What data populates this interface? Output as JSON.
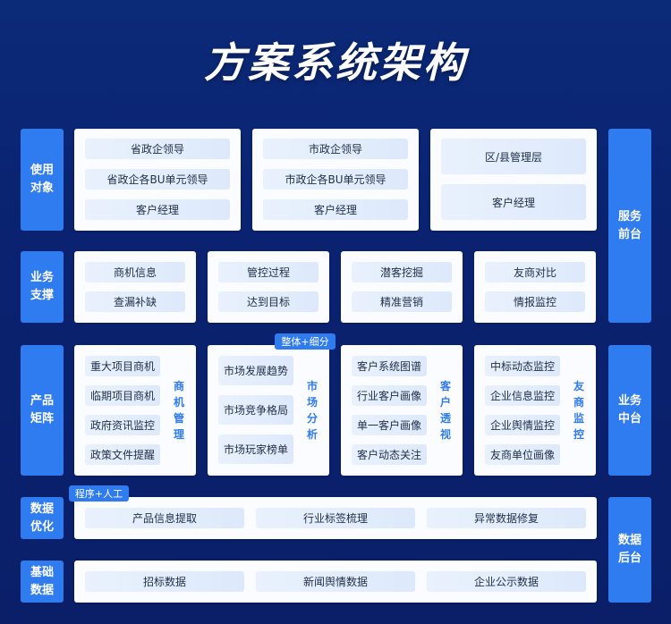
{
  "title": "方案系统架构",
  "left_labels": [
    "使用对象",
    "业务支撑",
    "产品矩阵",
    "数据优化",
    "基础数据"
  ],
  "right_labels": [
    "服务前台",
    "业务中台",
    "数据后台"
  ],
  "users": [
    [
      "省政企领导",
      "省政企各BU单元领导",
      "客户经理"
    ],
    [
      "市政企领导",
      "市政企各BU单元领导",
      "客户经理"
    ],
    [
      "区/县管理层",
      "客户经理"
    ]
  ],
  "support": [
    [
      "商机信息",
      "查漏补缺"
    ],
    [
      "管控过程",
      "达到目标"
    ],
    [
      "潜客挖掘",
      "精准营销"
    ],
    [
      "友商对比",
      "情报监控"
    ]
  ],
  "products": [
    {
      "items": [
        "重大项目商机",
        "临期项目商机",
        "政府资讯监控",
        "政策文件提醒"
      ],
      "side": "商机管理"
    },
    {
      "items": [
        "市场发展趋势",
        "市场竞争格局",
        "市场玩家榜单"
      ],
      "side": "市场分析",
      "tag": "整体+细分"
    },
    {
      "items": [
        "客户系统图谱",
        "行业客户画像",
        "单一客户画像",
        "客户动态关注"
      ],
      "side": "客户透视"
    },
    {
      "items": [
        "中标动态监控",
        "企业信息监控",
        "企业舆情监控",
        "友商单位画像"
      ],
      "side": "友商监控"
    }
  ],
  "optimize": {
    "tag": "程序+人工",
    "items": [
      "产品信息提取",
      "行业标签梳理",
      "异常数据修复"
    ]
  },
  "base": {
    "items": [
      "招标数据",
      "新闻舆情数据",
      "企业公示数据"
    ]
  }
}
